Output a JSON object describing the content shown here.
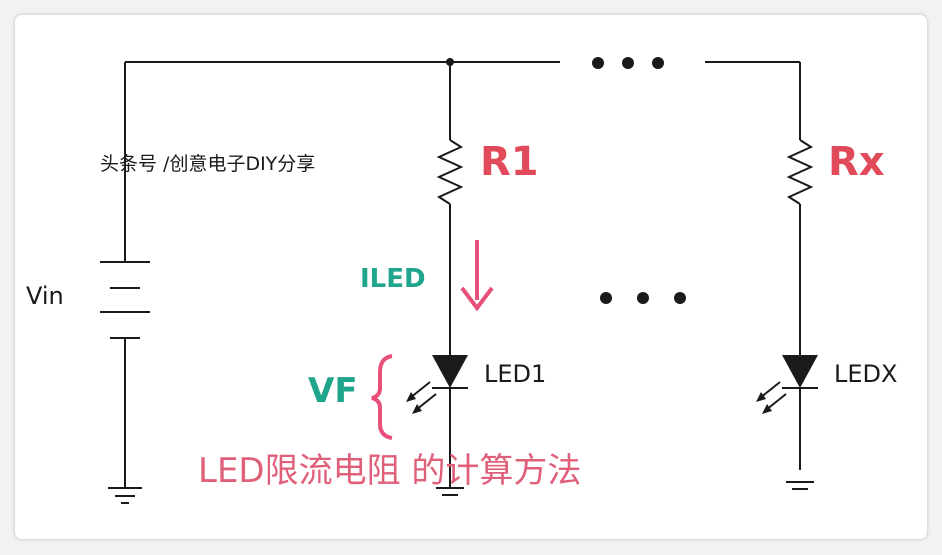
{
  "watermark": "头条号 /创意电子DIY分享",
  "labels": {
    "vin": "Vin",
    "r1": "R1",
    "rx": "Rx",
    "iled": "ILED",
    "vf": "VF",
    "led1": "LED1",
    "ledx": "LEDX"
  },
  "caption": "LED限流电阻 的计算方法",
  "colors": {
    "resistor_label": "#e04a5a",
    "current_label": "#1fa58b",
    "arrow": "#e8507a",
    "brace": "#e8507a",
    "caption": "#e0607a",
    "wire": "#1a1a1a"
  }
}
